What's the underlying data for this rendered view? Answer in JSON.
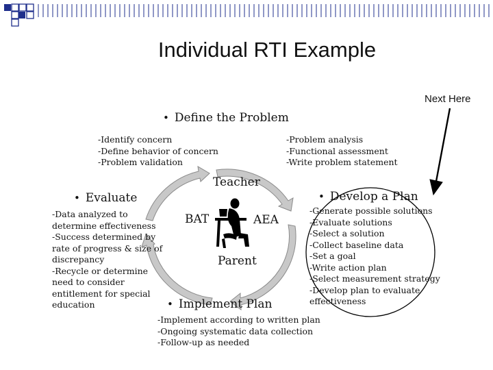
{
  "slide": {
    "title": "Individual RTI Example",
    "next_label": "Next Here"
  },
  "steps": {
    "define": {
      "heading": "Define the Problem",
      "left_items": [
        "-Identify concern",
        "-Define behavior of concern",
        "-Problem validation"
      ],
      "right_items": [
        "-Problem analysis",
        "-Functional assessment",
        "-Write problem statement"
      ]
    },
    "develop": {
      "heading": "Develop a Plan",
      "items": [
        "-Generate possible solutions",
        "-Evaluate solutions",
        "-Select a solution",
        "-Collect baseline data",
        "-Set a goal",
        "-Write action plan",
        "-Select measurement strategy",
        "-Develop plan to evaluate",
        "effectiveness"
      ]
    },
    "implement": {
      "heading": "Implement Plan",
      "items": [
        "-Implement according to written plan",
        "-Ongoing systematic data collection",
        "-Follow-up as needed"
      ]
    },
    "evaluate": {
      "heading": "Evaluate",
      "items": [
        "-Data analyzed to",
        "determine effectiveness",
        "-Success  determined by",
        "rate of progress & size of",
        "discrepancy",
        "-Recycle or determine",
        "need to consider",
        "entitlement for special",
        "education"
      ]
    }
  },
  "roles": {
    "teacher": "Teacher",
    "bat": "BAT",
    "aea": "AEA",
    "parent": "Parent"
  },
  "colors": {
    "accent": "#1f2f8c",
    "cycle_fill": "#c8c8c8",
    "cycle_stroke": "#8a8a8a"
  }
}
